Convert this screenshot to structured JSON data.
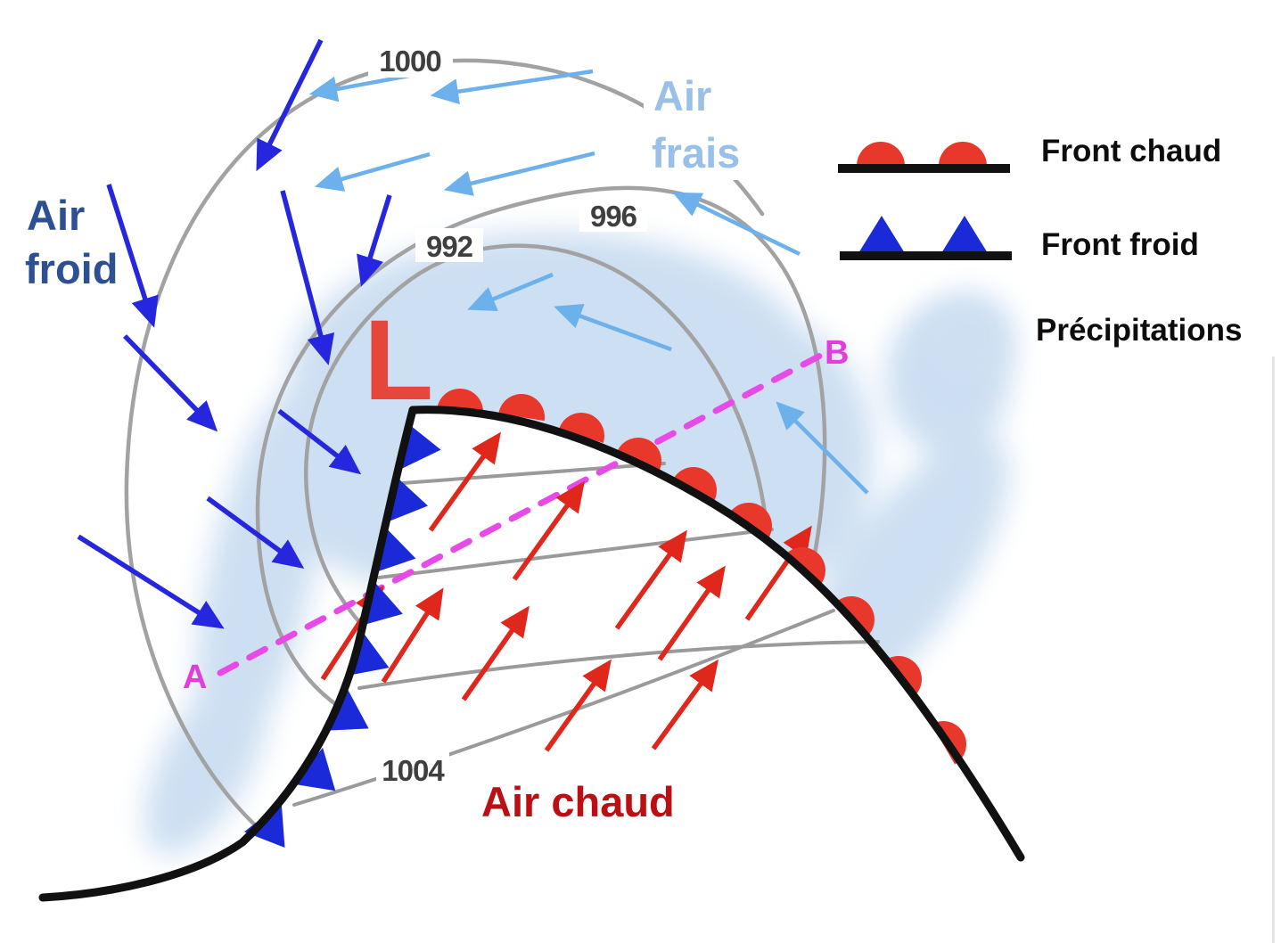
{
  "diagram": {
    "type": "mid-latitude cyclone surface weather map",
    "pressure_center_symbol": "L",
    "isobar_labels": {
      "outer": "1000",
      "mid": "996",
      "inner": "992",
      "south": "1004"
    },
    "air_masses": {
      "cold": {
        "line1": "Air",
        "line2": "froid",
        "color": "#2d5092"
      },
      "fresh": {
        "line1": "Air",
        "line2": "frais",
        "color": "#98c0e8"
      },
      "warm": {
        "label": "Air chaud",
        "color": "#bb0f13"
      }
    },
    "cross_section": {
      "start": "A",
      "end": "B",
      "color": "#e33ddd"
    },
    "legend": {
      "warm_front_label": "Front chaud",
      "cold_front_label": "Front froid",
      "precipitation_label": "Précipitations"
    },
    "colors": {
      "warm_front_symbol": "#e8382b",
      "cold_front_symbol": "#1b2ad8",
      "front_line": "#111111",
      "cold_air_arrow": "#2626df",
      "fresh_air_arrow": "#6cb0ec",
      "warm_air_arrow": "#e0271c",
      "precipitation_fill": "#cddff2",
      "isobar_line": "#a2a2a2",
      "low_symbol": "#e5473c",
      "cross_section_line": "#e84ae8"
    }
  }
}
